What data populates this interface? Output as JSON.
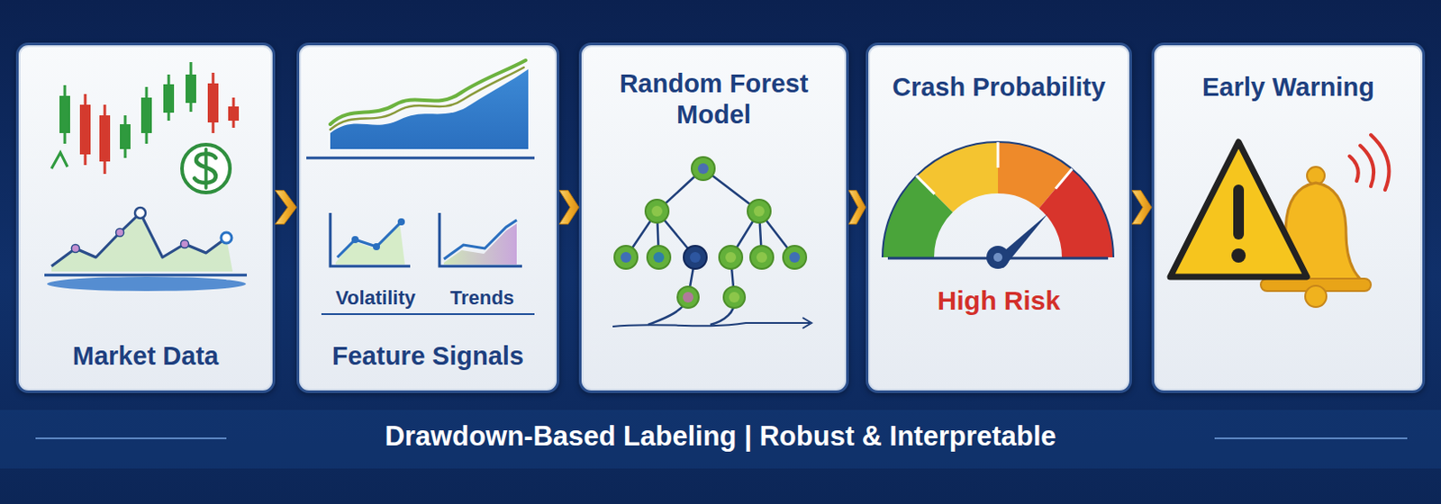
{
  "diagram": {
    "caption": "Drawdown-Based Labeling | Robust & Interpretable",
    "nodes": [
      {
        "text": [
          "Market Data"
        ]
      },
      {
        "text": [
          "Volatility",
          "Trends",
          "Feature Signals"
        ]
      },
      {
        "text": [
          "Random Forest Model"
        ]
      },
      {
        "text": [
          "Crash Probability",
          "High Risk"
        ]
      },
      {
        "text": [
          "Early Warning"
        ]
      }
    ],
    "edges": [
      {
        "from": 0,
        "to": 1,
        "arrow": "to"
      },
      {
        "from": 1,
        "to": 2,
        "arrow": "to"
      },
      {
        "from": 2,
        "to": 3,
        "arrow": "to"
      },
      {
        "from": 3,
        "to": 4,
        "arrow": "to"
      }
    ]
  }
}
